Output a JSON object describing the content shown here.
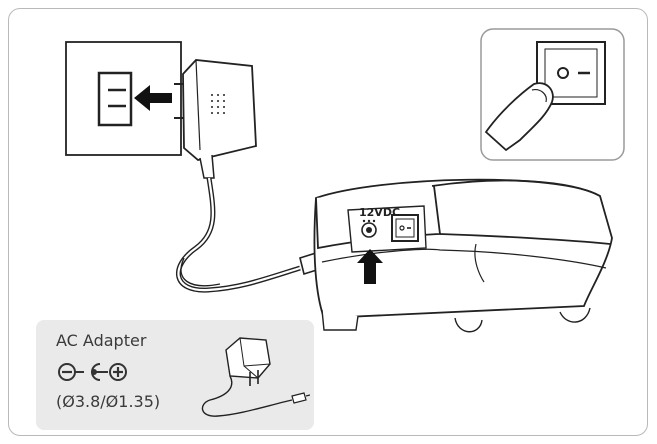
{
  "device_label": "12VDC",
  "adapter_box": {
    "title": "AC Adapter",
    "spec": "(Ø3.8/Ø1.35)"
  }
}
